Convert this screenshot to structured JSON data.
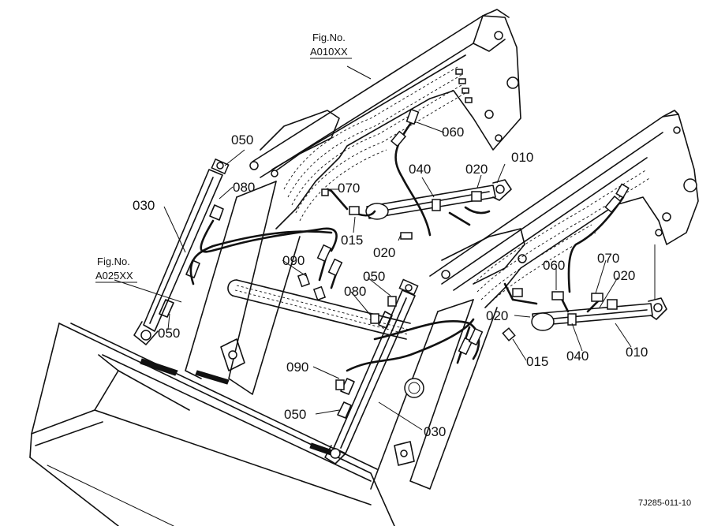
{
  "figure_refs": [
    {
      "id": "ref_a010",
      "label": "Fig.No.",
      "code": "A010XX"
    },
    {
      "id": "ref_a025",
      "label": "Fig.No.",
      "code": "A025XX"
    }
  ],
  "part_labels": {
    "p010_right_top": "010",
    "p020_right_top": "020",
    "p040_right_top": "040",
    "p060_top": "060",
    "p070_top": "070",
    "p080_top": "080",
    "p050_left_top": "050",
    "p030_left": "030",
    "p090_left": "090",
    "p015_top": "015",
    "p020_mid": "020",
    "p050_left_bottom": "050",
    "p050_mid": "050",
    "p080_mid": "080",
    "p090_mid": "090",
    "p050_mid_bottom": "050",
    "p030_mid": "030",
    "p060_right": "060",
    "p070_right": "070",
    "p020_right_a": "020",
    "p020_right_b": "020",
    "p015_right": "015",
    "p040_right": "040",
    "p010_right": "010"
  },
  "drawing_code": "7J285-011-10"
}
